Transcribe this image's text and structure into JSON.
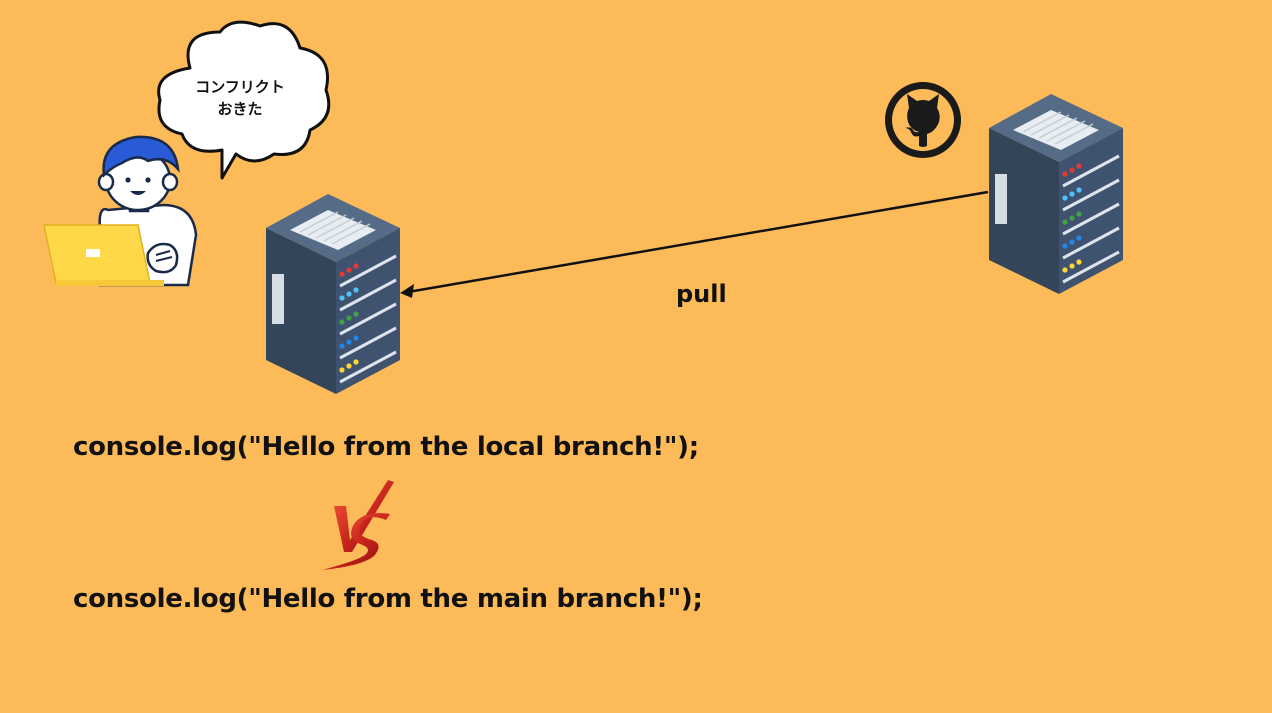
{
  "speech_bubble": {
    "line1": "コンフリクト",
    "line2": "おきた"
  },
  "arrow_label": "pull",
  "code": {
    "local_line": "console.log(\"Hello from the local branch!\");",
    "main_line": "console.log(\"Hello from the main branch!\");"
  },
  "vs_mark": "VS",
  "icons": {
    "developer": "developer-with-laptop-icon",
    "local_server": "server-rack-icon",
    "remote_server": "server-rack-icon",
    "github": "github-octocat-icon",
    "versus": "versus-icon"
  },
  "colors": {
    "background": "#FDBA58",
    "server_body": "#3B4D63",
    "arrow": "#111111"
  }
}
